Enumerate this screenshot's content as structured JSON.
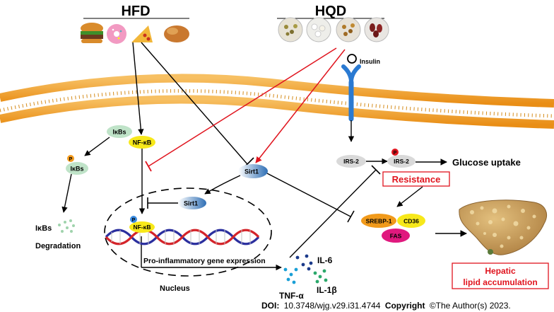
{
  "headings": {
    "hfd": "HFD",
    "hqd": "HQD"
  },
  "receptor": {
    "insulin": "Insulin"
  },
  "nodes": {
    "ikbs": "IκBs",
    "nfkb": "NF-κB",
    "p_badge": "P",
    "ikbs_p": "IκBs",
    "sirt1_cyto": "Sirt1",
    "sirt1_nuc": "Sirt1",
    "nfkb_nuc": "NF-κB",
    "irs2_left": "IRS-2",
    "irs2_right": "IRS-2",
    "srebp1": "SREBP-1",
    "cd36": "CD36",
    "fas": "FAS"
  },
  "labels": {
    "ikbs_free": "IκBs",
    "degradation": "Degradation",
    "nucleus": "Nucleus",
    "gene_expression": "Pro-inflammatory gene expression",
    "il6": "IL-6",
    "tnfa": "TNF-α",
    "il1b": "IL-1β",
    "glucose_uptake": "Glucose uptake",
    "resistance": "Resistance",
    "hepatic": "Hepatic",
    "lipid_accumulation": "lipid accumulation"
  },
  "footer": {
    "doi_label": "DOI:",
    "doi_value": "10.3748/wjg.v29.i31.4744",
    "copyright_label": "Copyright",
    "copyright_value": "©The Author(s) 2023."
  },
  "colors": {
    "inhibit_red": "#e0141e",
    "resistance_red": "#e0141e",
    "membrane_orange": "#f1a22a",
    "srebp_orange": "#f19a1b",
    "cd36_yellow": "#f7e81a",
    "fas_magenta": "#e0197e",
    "ikbs_green": "#bfe3c8",
    "sirt1_blue": "#2f6fb5",
    "irs2_gray": "#d9d9d9",
    "liver_brown": "#c89a55"
  }
}
